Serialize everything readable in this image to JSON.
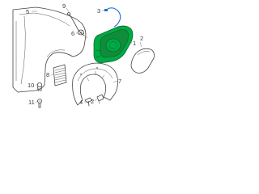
{
  "diagram": {
    "callouts": [
      {
        "id": "c1",
        "label": "5"
      },
      {
        "id": "c2",
        "label": "9"
      },
      {
        "id": "c3",
        "label": "6"
      },
      {
        "id": "c4",
        "label": "3"
      },
      {
        "id": "c5",
        "label": "8"
      },
      {
        "id": "c6",
        "label": "10"
      },
      {
        "id": "c7",
        "label": "1"
      },
      {
        "id": "c8",
        "label": "7"
      },
      {
        "id": "c9",
        "label": "11"
      },
      {
        "id": "c10",
        "label": "2"
      },
      {
        "id": "c11",
        "label": "4"
      },
      {
        "id": "c12",
        "label": "2"
      }
    ],
    "colors": {
      "line": "#444444",
      "highlight": "#00aa44",
      "highlight_stroke": "#0b5d2a",
      "cable": "#1f6fd6"
    }
  }
}
